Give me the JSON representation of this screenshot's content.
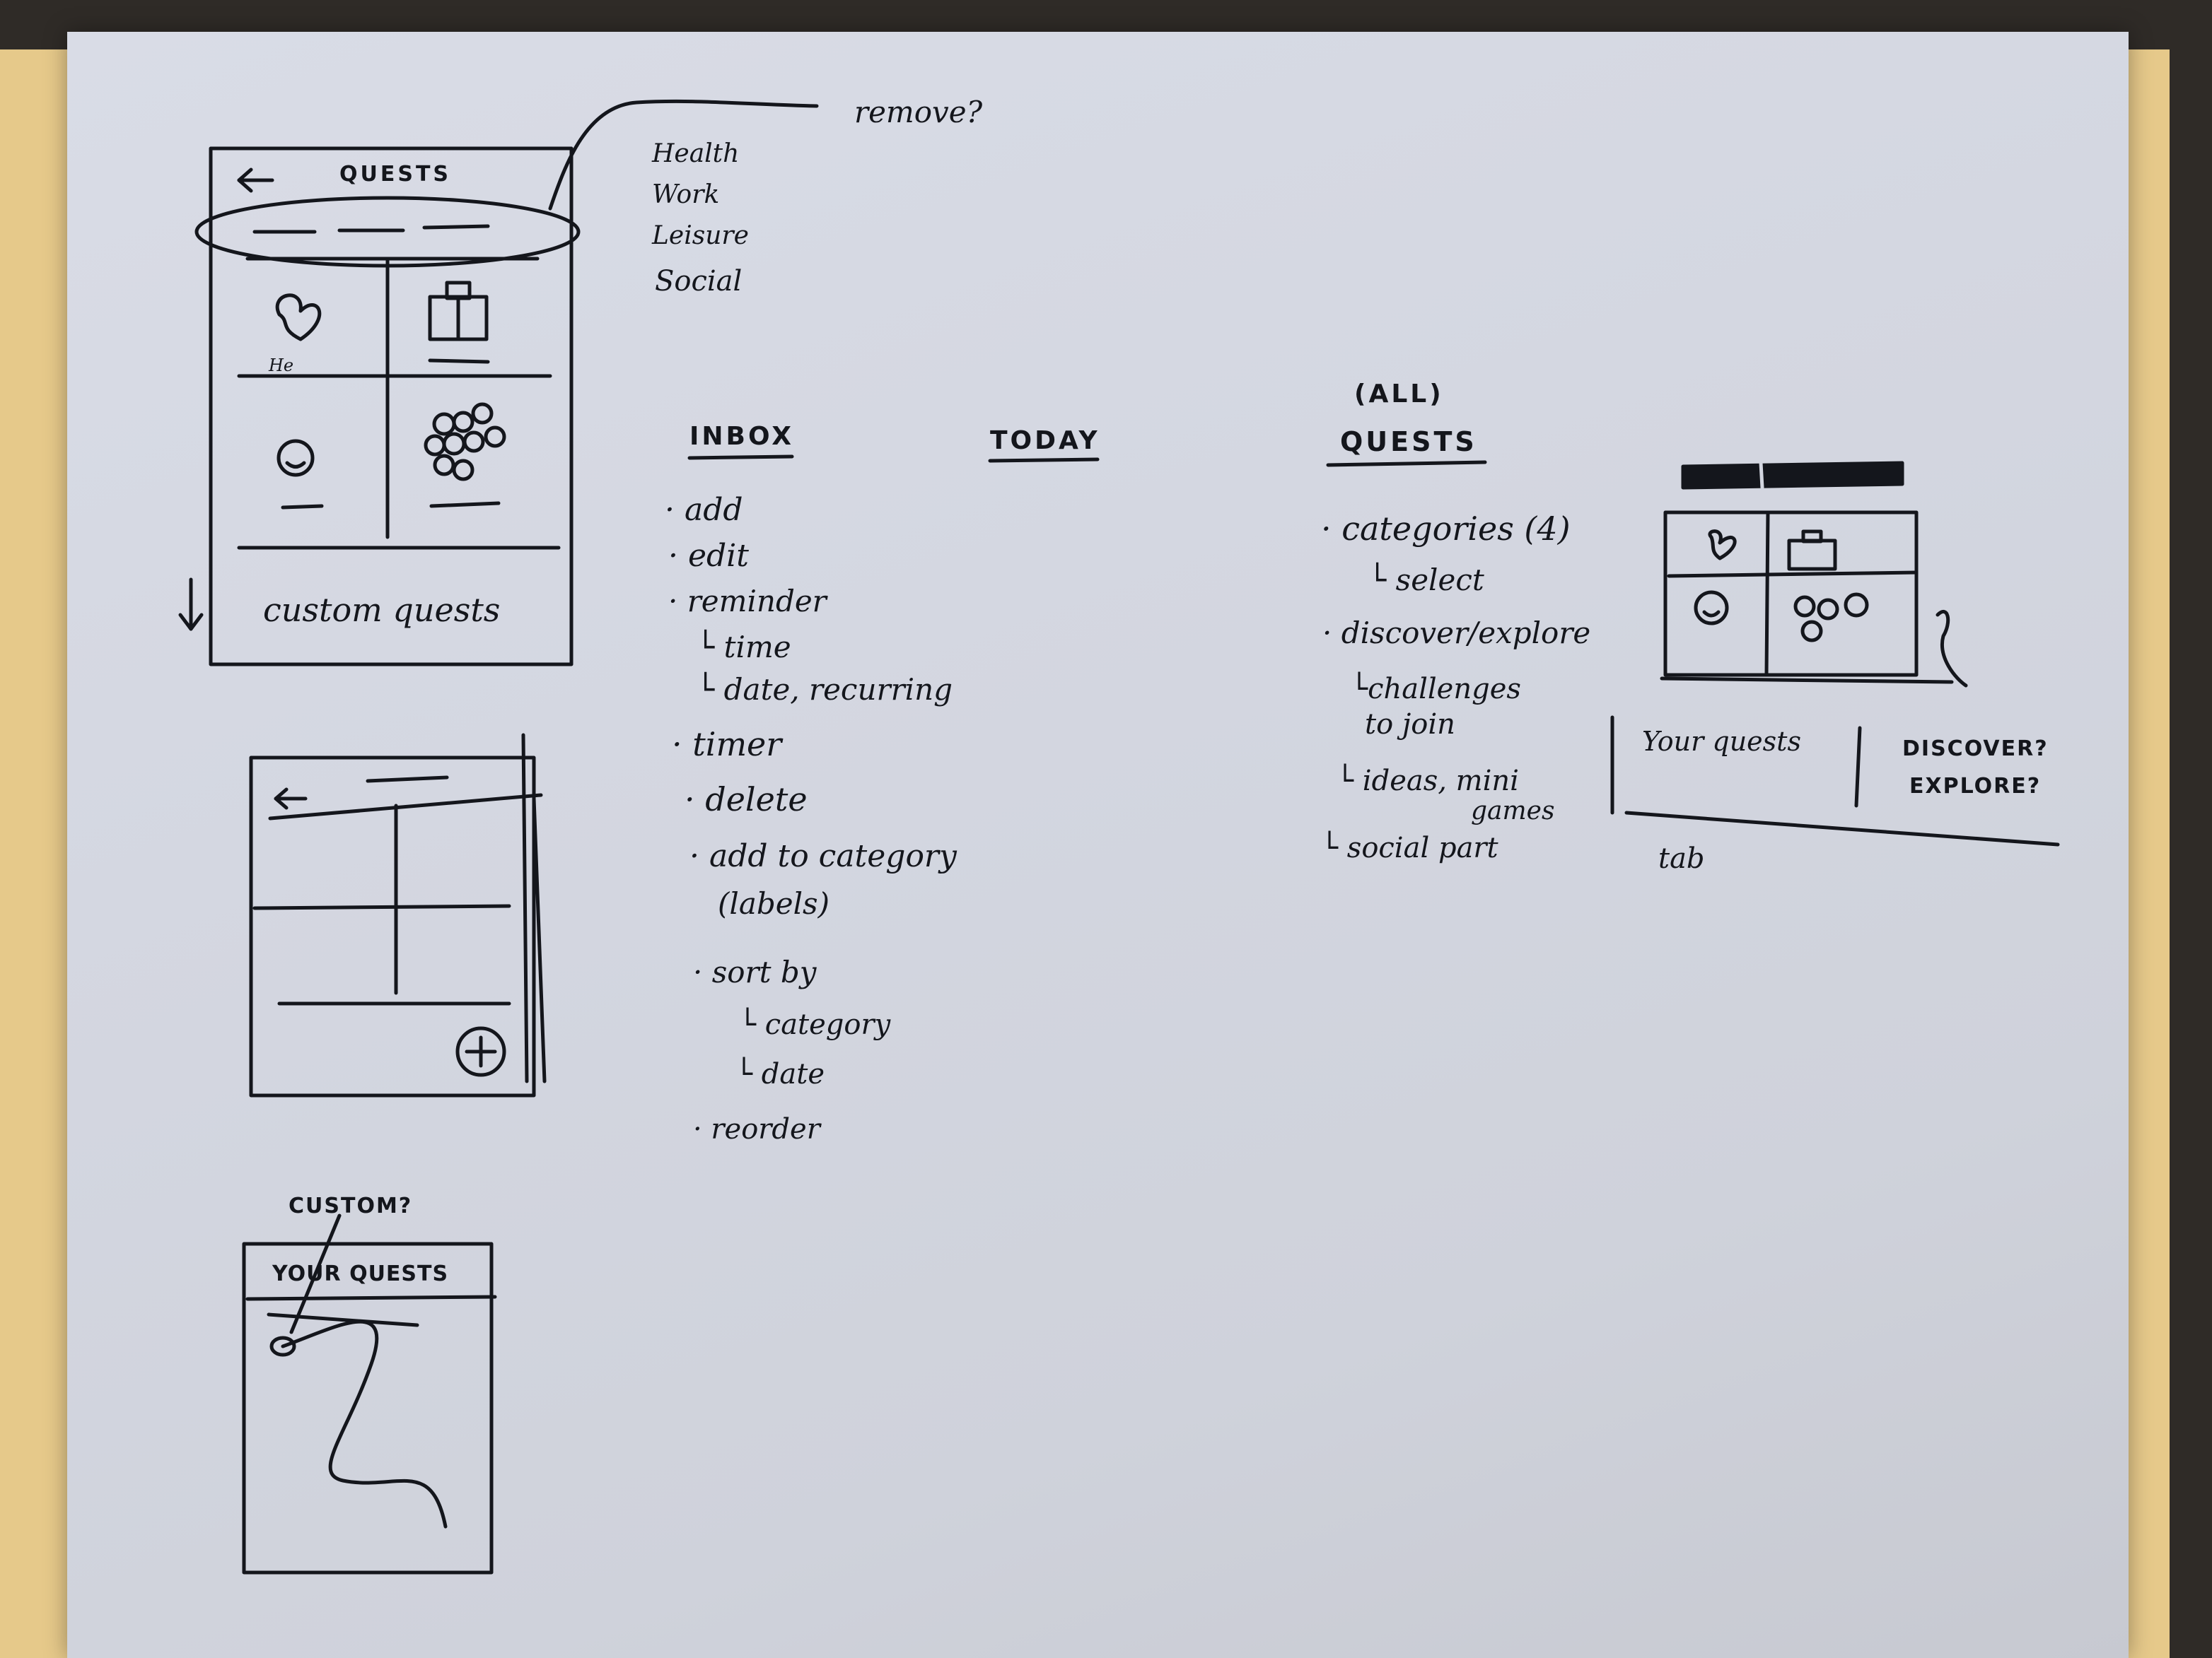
{
  "sketch1": {
    "title": "QUESTS",
    "annotation": "remove?",
    "categories": [
      "Health",
      "Work",
      "Leisure",
      "Social"
    ],
    "tile_label": "He",
    "footer": "custom quests"
  },
  "sketch3": {
    "title": "YOUR QUESTS",
    "annotation": "CUSTOM?"
  },
  "inbox": {
    "heading": "INBOX",
    "items": [
      "· add",
      "· edit",
      "· reminder",
      "└ time",
      "└ date, recurring",
      "· timer",
      "· delete",
      "· add to category",
      "(labels)",
      "· sort by",
      "└ category",
      "└ date",
      "· reorder"
    ]
  },
  "today": {
    "heading": "TODAY"
  },
  "quests": {
    "heading_top": "(ALL)",
    "heading": "QUESTS",
    "items": [
      "· categories (4)",
      "└ select",
      "· discover/explore",
      "└challenges",
      "to join",
      "└ ideas, mini",
      "games",
      "└ social part"
    ]
  },
  "tabs": {
    "left": "Your quests",
    "right_1": "DISCOVER?",
    "right_2": "EXPLORE?",
    "caption": "tab"
  }
}
